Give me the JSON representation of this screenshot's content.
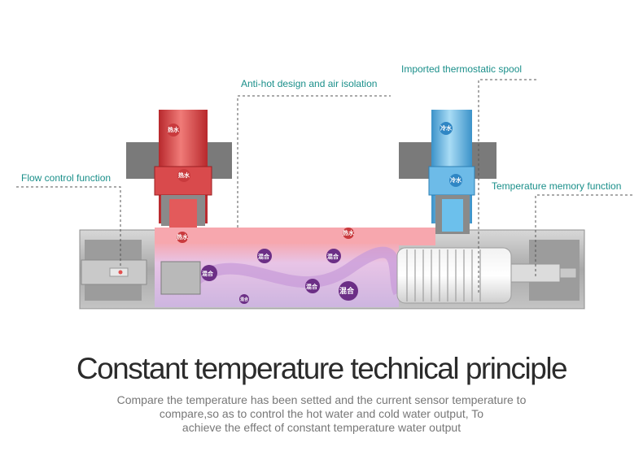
{
  "callouts": {
    "anti_hot": "Anti-hot design and air isolation",
    "spool": "Imported thermostatic spool",
    "flow_control": "Flow control function",
    "temperature_memory": "Temperature memory function"
  },
  "markers": {
    "hot_water": "热水",
    "cold_water": "冷水",
    "mixing": "混合"
  },
  "title": "Constant temperature technical principle",
  "description": {
    "line1": "Compare the temperature has been setted and the current sensor temperature to",
    "line2": "compare,so as to control the hot water and cold water output, To",
    "line3": "achieve the effect of constant temperature water output"
  },
  "colors": {
    "hot": "#e2504f",
    "cold": "#5fb4e3",
    "mix": "#7a3c92",
    "callout_text": "#1a8f8a",
    "title": "#2b2b2b"
  }
}
